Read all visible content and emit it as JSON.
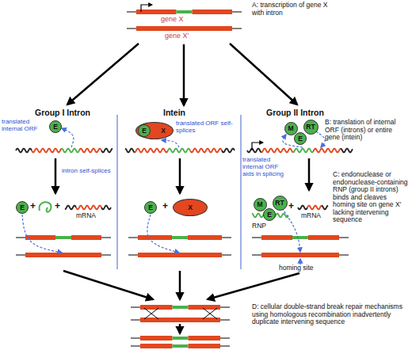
{
  "diagram": {
    "nodes": [
      {
        "text": [
          "E"
        ]
      },
      {
        "text": [
          "E"
        ]
      },
      {
        "text": [
          "X"
        ]
      },
      {
        "text": [
          "E"
        ],
        "in": 2
      },
      {
        "text": [
          "E"
        ]
      },
      {
        "text": [
          "X"
        ]
      },
      {
        "text": [
          "M"
        ]
      },
      {
        "text": [
          "E"
        ]
      },
      {
        "text": [
          "RT"
        ]
      },
      {
        "text": [
          "M"
        ]
      },
      {
        "text": [
          "E"
        ]
      },
      {
        "text": [
          "RT"
        ]
      }
    ],
    "labels": [
      "A: transcription of gene X with intron",
      "gene X",
      "gene X'",
      "Group I Intron",
      "Intein",
      "Group II Intron",
      "translated internal ORF",
      "translated ORF self-splices",
      "translated internal ORF aids in splicing",
      "B: translation of internal ORF (introns) or entire gene (intein)",
      "intron self-splices",
      "+",
      "+",
      "mRNA",
      "+",
      "+",
      "RNP",
      "mRNA",
      "C: endonuclease or endonuclease-containing RNP (group II introns) binds and cleaves homing site on gene X' lacking intervening sequence",
      "homing site",
      "D: cellular double-strand break repair mechanisms using homologous recombination inadvertently duplicate intervening sequence"
    ]
  }
}
